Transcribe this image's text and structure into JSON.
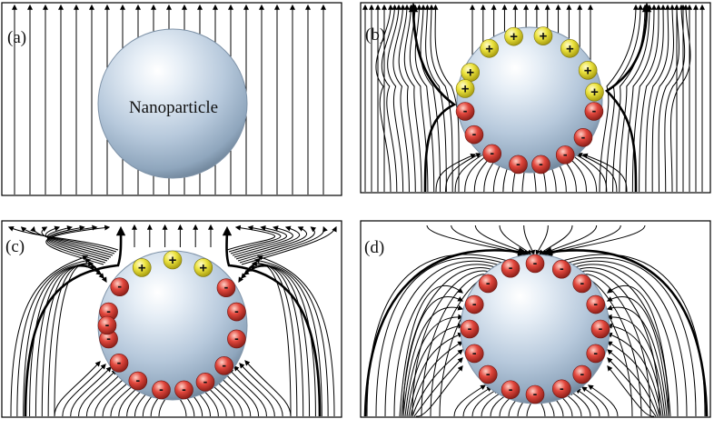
{
  "panels": [
    {
      "id": "a",
      "label": "(a)",
      "particle_label": "Nanoparticle",
      "positive_charges": 0,
      "negative_charges": 0
    },
    {
      "id": "b",
      "label": "(b)",
      "particle_label": "",
      "positive_charges": 8,
      "negative_charges": 8
    },
    {
      "id": "c",
      "label": "(c)",
      "particle_label": "",
      "positive_charges": 3,
      "negative_charges": 13
    },
    {
      "id": "d",
      "label": "(d)",
      "particle_label": "",
      "positive_charges": 0,
      "negative_charges": 16
    }
  ],
  "charge_symbols": {
    "positive": "+",
    "negative": "-"
  },
  "colors": {
    "positive_charge": "#e8df3c",
    "negative_charge": "#d8463e",
    "particle": "#b9cde0",
    "field_lines": "#000000"
  }
}
